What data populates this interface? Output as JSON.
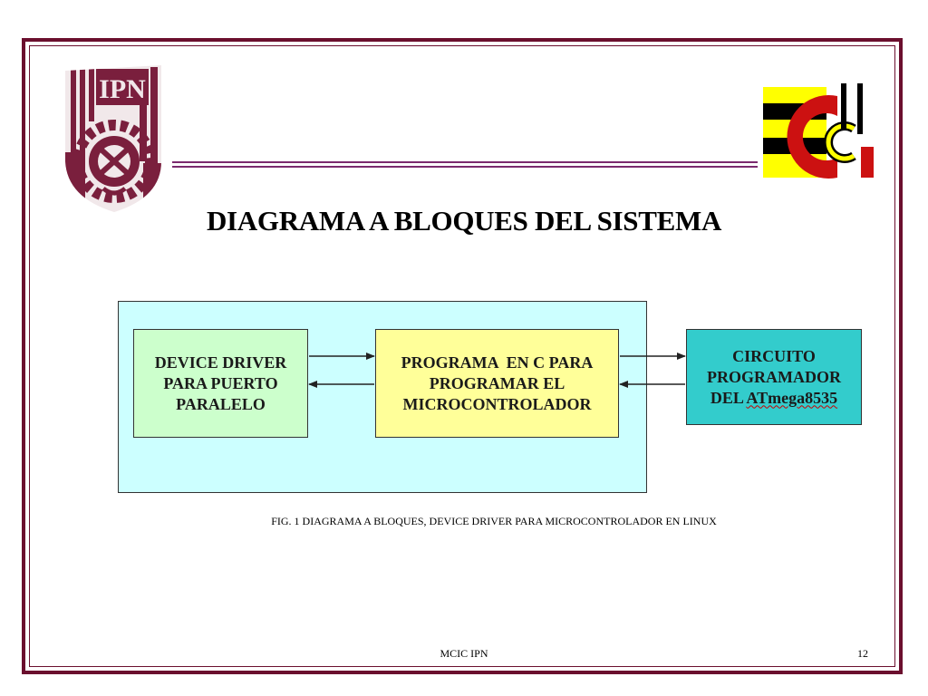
{
  "title": "DIAGRAMA A BLOQUES DEL SISTEMA",
  "logos": {
    "left": "IPN",
    "right": "cic"
  },
  "blocks": [
    {
      "lines": [
        "DEVICE DRIVER",
        "PARA PUERTO",
        "PARALELO"
      ],
      "color": "#ccffcc"
    },
    {
      "lines": [
        "PROGRAMA  EN C PARA",
        "PROGRAMAR EL",
        "MICROCONTROLADOR"
      ],
      "color": "#ffff99"
    },
    {
      "lines": [
        "CIRCUITO",
        "PROGRAMADOR",
        "DEL ATmega8535"
      ],
      "prefix": "DEL ",
      "underlined": "ATmega8535",
      "color": "#33cccc"
    }
  ],
  "caption": "FIG. 1 DIAGRAMA A BLOQUES, DEVICE DRIVER PARA MICROCONTROLADOR EN LINUX",
  "footer": {
    "center": "MCIC IPN",
    "page": "12"
  },
  "colors": {
    "frame": "#6b0f2e",
    "rule": "#7a2a6e",
    "diagram_background": "#ccffff"
  }
}
